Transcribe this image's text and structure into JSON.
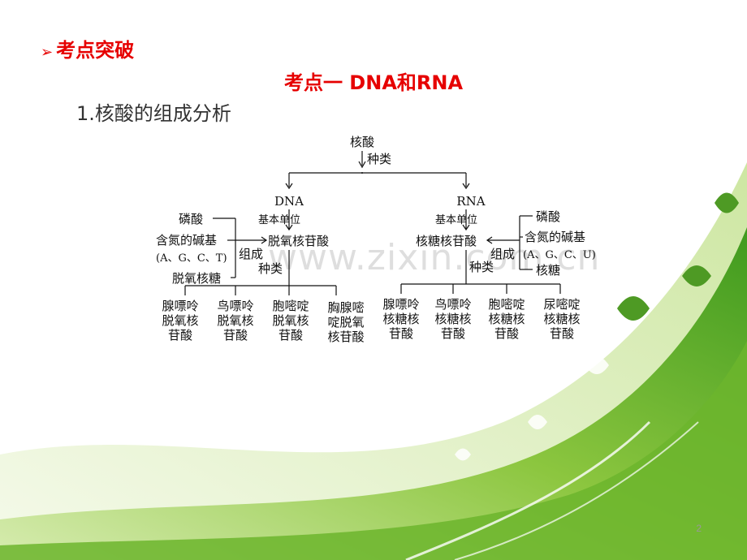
{
  "slide": {
    "section_heading": "考点突破",
    "topic_title": "考点一  DNA和RNA",
    "sub_title": "1.核酸的组成分析",
    "watermark": "www.zixin.com.cn",
    "page_number": "2"
  },
  "diagram": {
    "root": "核酸",
    "root_edge": "种类",
    "dna": {
      "name": "DNA",
      "edge": "基本单位",
      "unit": "脱氧核苷酸",
      "components": [
        "磷酸",
        "含氮的碱基",
        "(A、G、C、T)",
        "脱氧核糖"
      ],
      "compose_label": "组成",
      "type_label": "种类",
      "types": [
        [
          "腺嘌呤",
          "脱氧核",
          "苷酸"
        ],
        [
          "鸟嘌呤",
          "脱氧核",
          "苷酸"
        ],
        [
          "胞嘧啶",
          "脱氧核",
          "苷酸"
        ],
        [
          "胸腺嘧",
          "啶脱氧",
          "核苷酸"
        ]
      ]
    },
    "rna": {
      "name": "RNA",
      "edge": "基本单位",
      "unit": "核糖核苷酸",
      "components": [
        "磷酸",
        "含氮的碱基",
        "(A、G、C、U)",
        "核糖"
      ],
      "compose_label": "组成",
      "type_label": "种类",
      "types": [
        [
          "腺嘌呤",
          "核糖核",
          "苷酸"
        ],
        [
          "鸟嘌呤",
          "核糖核",
          "苷酸"
        ],
        [
          "胞嘧啶",
          "核糖核",
          "苷酸"
        ],
        [
          "尿嘧啶",
          "核糖核",
          "苷酸"
        ]
      ]
    }
  }
}
